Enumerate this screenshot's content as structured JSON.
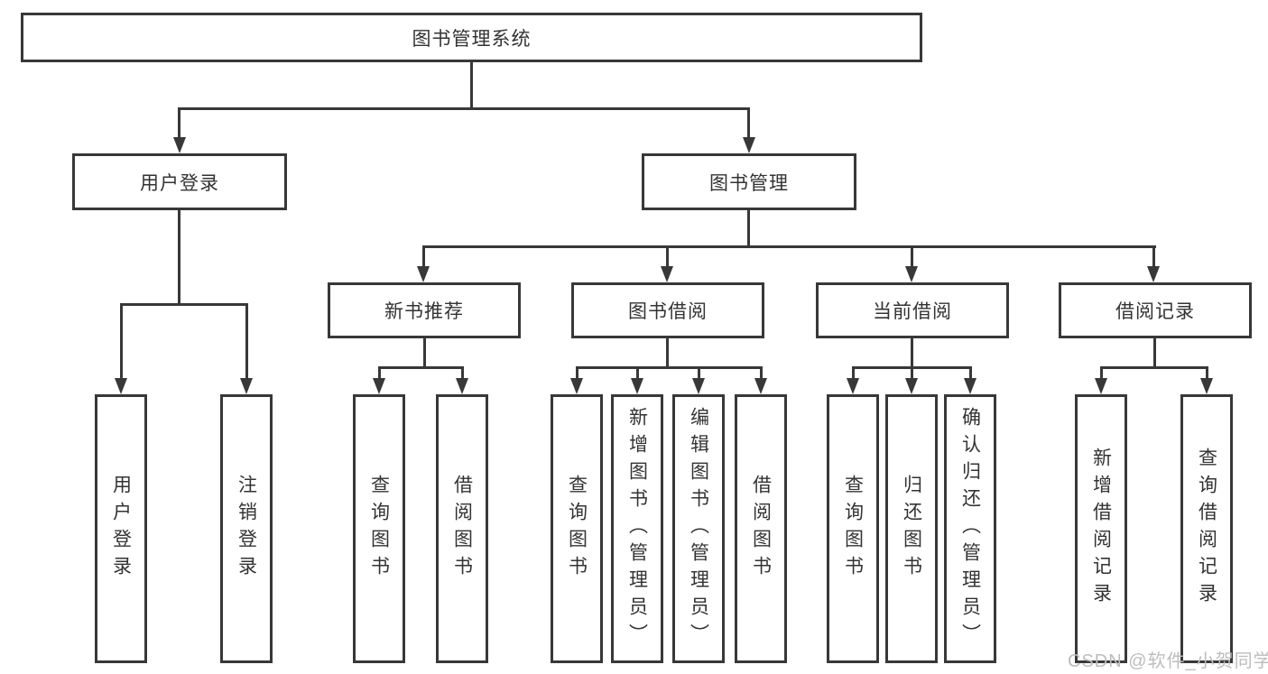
{
  "diagram": {
    "root": {
      "label": "图书管理系统"
    },
    "level2": [
      {
        "label": "用户登录"
      },
      {
        "label": "图书管理"
      }
    ],
    "level3": [
      {
        "label": "新书推荐"
      },
      {
        "label": "图书借阅"
      },
      {
        "label": "当前借阅"
      },
      {
        "label": "借阅记录"
      }
    ],
    "leaves": [
      {
        "label": "用户登录",
        "parent": "用户登录"
      },
      {
        "label": "注销登录",
        "parent": "用户登录"
      },
      {
        "label": "查询图书",
        "parent": "新书推荐"
      },
      {
        "label": "借阅图书",
        "parent": "新书推荐"
      },
      {
        "label": "查询图书",
        "parent": "图书借阅"
      },
      {
        "label": "新增图书（管理员）",
        "parent": "图书借阅"
      },
      {
        "label": "编辑图书（管理员）",
        "parent": "图书借阅"
      },
      {
        "label": "借阅图书",
        "parent": "图书借阅"
      },
      {
        "label": "查询图书",
        "parent": "当前借阅"
      },
      {
        "label": "归还图书",
        "parent": "当前借阅"
      },
      {
        "label": "确认归还（管理员）",
        "parent": "当前借阅"
      },
      {
        "label": "新增借阅记录",
        "parent": "借阅记录"
      },
      {
        "label": "查询借阅记录",
        "parent": "借阅记录"
      }
    ],
    "watermark": "CSDN @软件_小贺同学",
    "colors": {
      "line": "#383838",
      "text": "#333333",
      "background": "#ffffff",
      "watermark": "#bdbdbd"
    }
  }
}
